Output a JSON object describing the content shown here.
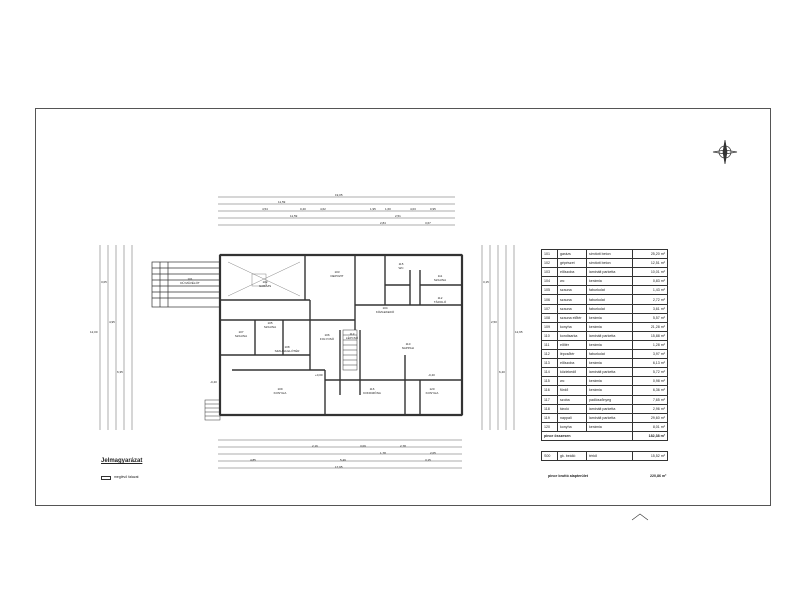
{
  "rooms": [
    {
      "id": "101",
      "name": "DÚ MÁVÉLŐT"
    },
    {
      "id": "102",
      "name": "GARÁZS"
    },
    {
      "id": "103",
      "name": "DEPOZIT"
    },
    {
      "id": "104",
      "name": "KÖZLEKEDŐ"
    },
    {
      "id": "106",
      "name": "FOLYOSÓ"
    },
    {
      "id": "111",
      "name": "SZAUNA"
    },
    {
      "id": "112",
      "name": "TÁROLÓ"
    },
    {
      "id": "107",
      "name": "SZAUNA"
    },
    {
      "id": "105",
      "name": "SZAUNA"
    },
    {
      "id": "108",
      "name": "SZAUNA ELŐTÉR"
    },
    {
      "id": "109",
      "name": "KONYHA"
    },
    {
      "id": "113",
      "name": "LÉPCSŐ"
    },
    {
      "id": "110",
      "name": "NAPPALI"
    },
    {
      "id": "116",
      "name": "KONDIZÓNA"
    },
    {
      "id": "120",
      "name": "KONYHA"
    },
    {
      "id": "115",
      "name": "WC"
    }
  ],
  "dims": {
    "top": [
      "19,05",
      "11,59",
      "4,54",
      "0,40",
      "4,62",
      "1,95",
      "1,60",
      "4,03",
      "0,95",
      "2,51",
      "11,59",
      "2,84",
      "3,67"
    ],
    "bottom": [
      "17,95",
      "4,85",
      "5,49",
      "3,15",
      "2,16",
      "2,78",
      "3,09",
      "1,78",
      "2,05"
    ],
    "left": [
      "12,00",
      "3,05",
      "4,95",
      "6,35"
    ],
    "right": [
      "12,95",
      "3,15",
      "2,50",
      "6,40"
    ],
    "scale_marks": [
      "-0,40",
      "+0,00",
      "-0,40"
    ]
  },
  "legend": {
    "title": "Jelmagyarázat",
    "item": "meglévő falazat"
  },
  "room_table": {
    "rows": [
      {
        "no": "101",
        "name": "garázs",
        "floor": "simított beton",
        "area": "25,20 m²"
      },
      {
        "no": "102",
        "name": "gépészet",
        "floor": "simított beton",
        "area": "12,51 m²"
      },
      {
        "no": "103",
        "name": "előszoba",
        "floor": "laminált parketta",
        "area": "10,01 m²"
      },
      {
        "no": "104",
        "name": "wc",
        "floor": "kerámia",
        "area": "0,83 m²"
      },
      {
        "no": "105",
        "name": "szauna",
        "floor": "faburkolat",
        "area": "1,43 m²"
      },
      {
        "no": "106",
        "name": "szauna",
        "floor": "faburkolat",
        "area": "2,72 m²"
      },
      {
        "no": "107",
        "name": "szauna",
        "floor": "faburkolat",
        "area": "3,61 m²"
      },
      {
        "no": "108",
        "name": "szauna előtér",
        "floor": "kerámia",
        "area": "5,57 m²"
      },
      {
        "no": "109",
        "name": "konyha",
        "floor": "kerámia",
        "area": "21,28 m²"
      },
      {
        "no": "110",
        "name": "kondisarka",
        "floor": "laminált parketta",
        "area": "15,88 m²"
      },
      {
        "no": "111",
        "name": "előtér",
        "floor": "kerámia",
        "area": "1,28 m²"
      },
      {
        "no": "112",
        "name": "lépcsőtér",
        "floor": "faburkolat",
        "area": "3,97 m²"
      },
      {
        "no": "113",
        "name": "előszoba",
        "floor": "kerámia",
        "area": "6,13 m²"
      },
      {
        "no": "114",
        "name": "közlekedő",
        "floor": "laminált parketta",
        "area": "5,72 m²"
      },
      {
        "no": "115",
        "name": "wc",
        "floor": "kerámia",
        "area": "0,98 m²"
      },
      {
        "no": "116",
        "name": "fürdő",
        "floor": "kerámia",
        "area": "6,36 m²"
      },
      {
        "no": "117",
        "name": "szoba",
        "floor": "padlószőnyeg",
        "area": "7,65 m²"
      },
      {
        "no": "118",
        "name": "tároló",
        "floor": "laminált parketta",
        "area": "2,96 m²"
      },
      {
        "no": "119",
        "name": "nappali",
        "floor": "laminált parketta",
        "area": "29,60 m²"
      },
      {
        "no": "120",
        "name": "konyha",
        "floor": "kerámia",
        "area": "8,01 m²"
      }
    ],
    "total_label": "pince összesen",
    "total_value": "182,38 m²"
  },
  "extra_table": {
    "no": "S00",
    "name": "gk. beálló",
    "floor": "térkő",
    "area": "15,52 m²"
  },
  "gross": {
    "label": "pince bruttó alapterület",
    "value": "220,86 m²"
  }
}
